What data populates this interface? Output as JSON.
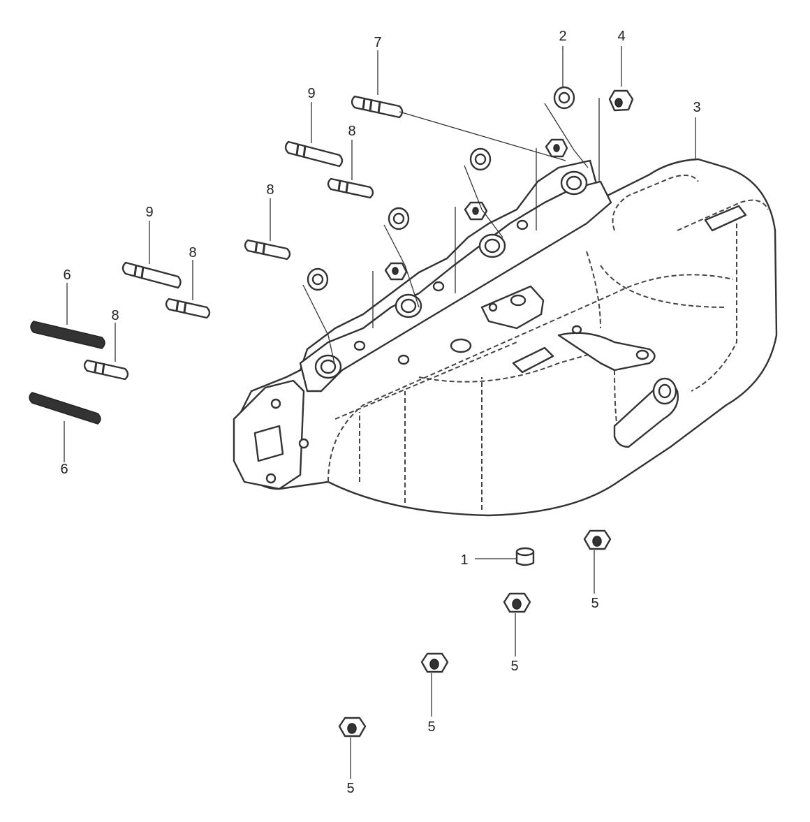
{
  "callouts": [
    {
      "id": "c1",
      "label": "1"
    },
    {
      "id": "c2",
      "label": "2"
    },
    {
      "id": "c3",
      "label": "3"
    },
    {
      "id": "c4",
      "label": "4"
    },
    {
      "id": "c5a",
      "label": "5"
    },
    {
      "id": "c5b",
      "label": "5"
    },
    {
      "id": "c5c",
      "label": "5"
    },
    {
      "id": "c5d",
      "label": "5"
    },
    {
      "id": "c6a",
      "label": "6"
    },
    {
      "id": "c6b",
      "label": "6"
    },
    {
      "id": "c7",
      "label": "7"
    },
    {
      "id": "c8a",
      "label": "8"
    },
    {
      "id": "c8b",
      "label": "8"
    },
    {
      "id": "c8c",
      "label": "8"
    },
    {
      "id": "c8d",
      "label": "8"
    },
    {
      "id": "c9a",
      "label": "9"
    },
    {
      "id": "c9b",
      "label": "9"
    }
  ],
  "colors": {
    "line": "#333333",
    "background": "#ffffff"
  }
}
